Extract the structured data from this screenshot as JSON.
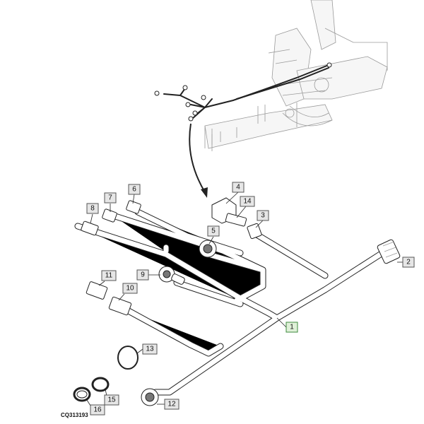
{
  "figure_code": "CQ313193",
  "callouts": {
    "c1": "1",
    "c2": "2",
    "c3": "3",
    "c4": "4",
    "c5": "5",
    "c6": "6",
    "c7": "7",
    "c8": "8",
    "c9": "9",
    "c10": "10",
    "c11": "11",
    "c12": "12",
    "c13": "13",
    "c14": "14",
    "c15": "15",
    "c16": "16"
  },
  "colors": {
    "highlight_callout": "#dff0d8",
    "line": "#222222",
    "ghost": "#9a9a9a"
  }
}
